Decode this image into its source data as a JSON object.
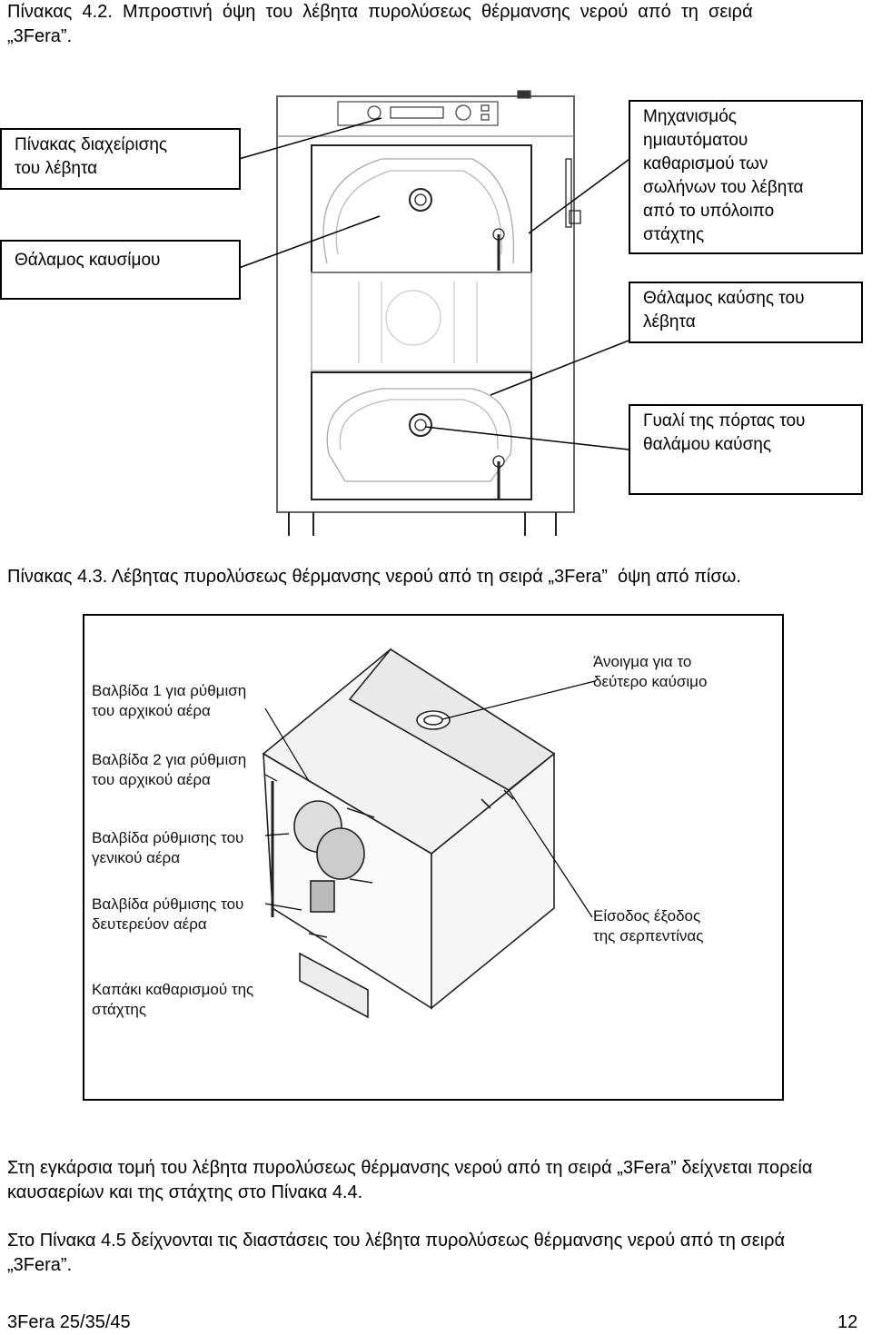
{
  "caption_42_line1": "Πίνακας  4.2.  Μπροστινή  όψη  του  λέβητα  πυρολύσεως  θέρμανσης  νερού  από  τη  σειρά",
  "caption_42_line2": "„3Fera”.",
  "front_labels": {
    "control_panel": [
      "Πίνακας διαχείρισης",
      "του λέβητα"
    ],
    "fuel_chamber": "Θάλαμος καυσίμου",
    "cleaning_mechanism": [
      "Μηχανισμός",
      "ημιαυτόματου",
      "καθαρισμού των",
      "σωλήνων του λέβητα",
      "από το υπόλοιπο",
      "στάχτης"
    ],
    "combustion_chamber": [
      "Θάλαμος καύσης του",
      "λέβητα"
    ],
    "door_glass": [
      "Γυαλί της πόρτας του",
      "θαλάμου καύσης"
    ]
  },
  "caption_43": "Πίνακας 4.3. Λέβητας πυρολύσεως θέρμανσης νερού από τη σειρά „3Fera”  όψη από πίσω.",
  "back_labels": {
    "valve1": [
      "Βαλβίδα 1 για ρύθμιση",
      "του αρχικού αέρα"
    ],
    "valve2": [
      "Βαλβίδα 2 για ρύθμιση",
      "του αρχικού αέρα"
    ],
    "general_air": [
      "Βαλβίδα ρύθμισης του",
      "γενικού αέρα"
    ],
    "secondary_air": [
      "Βαλβίδα ρύθμισης του",
      "δευτερεύον αέρα"
    ],
    "ash_lid": [
      "Καπάκι καθαρισμού της",
      "στάχτης"
    ],
    "second_fuel": [
      "Άνοιγμα για το",
      "δεύτερο καύσιμο"
    ],
    "coil": [
      "Είσοδος έξοδος",
      "της σερπεντίνας"
    ]
  },
  "paragraph1": "Στη εγκάρσια τομή του λέβητα πυρολύσεως θέρμανσης νερού από τη σειρά „3Fera” δείχνεται πορεία καυσαερίων και της στάχτης στο Πίνακα 4.4.",
  "paragraph2": "Στο Πίνακα 4.5 δείχνονται τις διαστάσεις του λέβητα πυρολύσεως θέρμανσης νερού από τη σειρά „3Fera”.",
  "footer_left": "3Fera 25/35/45",
  "footer_right": "12"
}
